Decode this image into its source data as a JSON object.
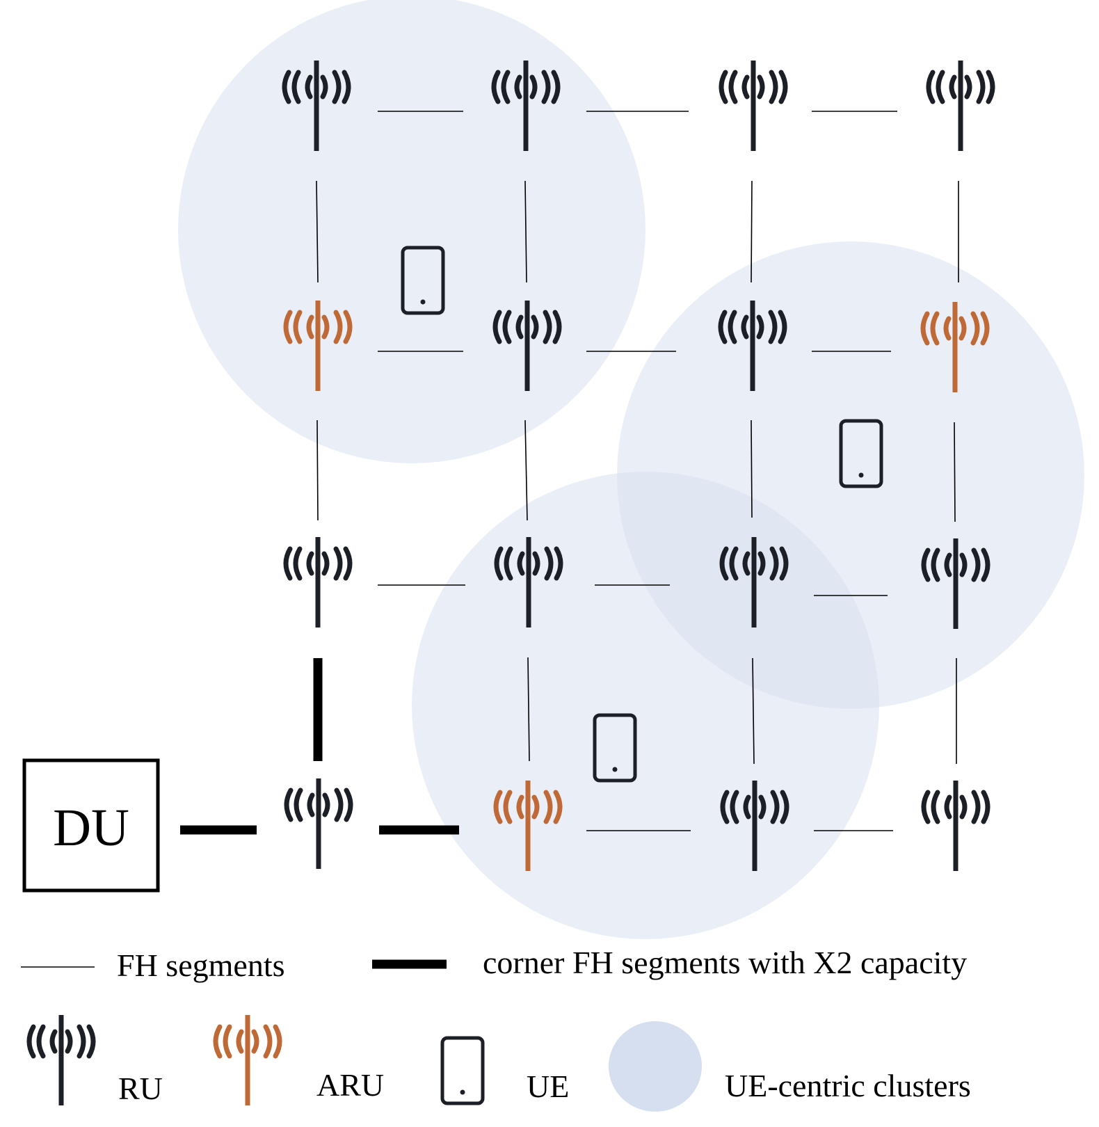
{
  "colors": {
    "ru": "#1c1f26",
    "aru": "#bf6a36",
    "cluster": "#d5dff0",
    "line": "#000000"
  },
  "du": {
    "label": "DU"
  },
  "antennas": [
    {
      "id": "r1c1",
      "type": "RU"
    },
    {
      "id": "r1c2",
      "type": "RU"
    },
    {
      "id": "r1c3",
      "type": "RU"
    },
    {
      "id": "r1c4",
      "type": "RU"
    },
    {
      "id": "r2c1",
      "type": "ARU"
    },
    {
      "id": "r2c2",
      "type": "RU"
    },
    {
      "id": "r2c3",
      "type": "RU"
    },
    {
      "id": "r2c4",
      "type": "ARU"
    },
    {
      "id": "r3c1",
      "type": "RU"
    },
    {
      "id": "r3c2",
      "type": "RU"
    },
    {
      "id": "r3c3",
      "type": "RU"
    },
    {
      "id": "r3c4",
      "type": "RU"
    },
    {
      "id": "r4c1",
      "type": "RU"
    },
    {
      "id": "r4c2",
      "type": "ARU"
    },
    {
      "id": "r4c3",
      "type": "RU"
    },
    {
      "id": "r4c4",
      "type": "RU"
    }
  ],
  "ue_count": 3,
  "cluster_count": 3,
  "legend": {
    "fh_segments": "FH segments",
    "corner_fh": "corner FH segments with X2 capacity",
    "ru": "RU",
    "aru": "ARU",
    "ue": "UE",
    "clusters": "UE-centric clusters"
  }
}
